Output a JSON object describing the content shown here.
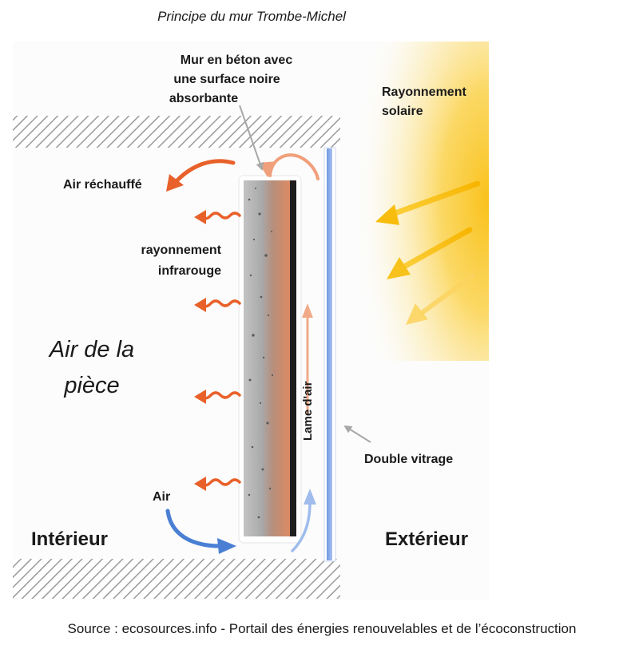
{
  "title": "Principe du mur Trombe-Michel",
  "labels": {
    "wall_line1": "Mur en béton avec",
    "wall_line2": "une surface noire",
    "wall_line3": "absorbante",
    "solar_line1": "Rayonnement",
    "solar_line2": "solaire",
    "warm_air": "Air réchauffé",
    "infrared_line1": "rayonnement",
    "infrared_line2": "infrarouge",
    "room_line1": "Air de la",
    "room_line2": "pièce",
    "air_gap": "Lame d'air",
    "glazing": "Double vitrage",
    "air": "Air",
    "interior": "Intérieur",
    "exterior": "Extérieur"
  },
  "source": "Source : ecosources.info - Portail des énergies renouvelables et de l’écoconstruction",
  "colors": {
    "orange_arrow": "#e8612a",
    "blue_arrow": "#4a7fd4",
    "glass": "#8fb0ea",
    "sun": "#f9c11a",
    "wall_surface": "#1e1e1e"
  }
}
